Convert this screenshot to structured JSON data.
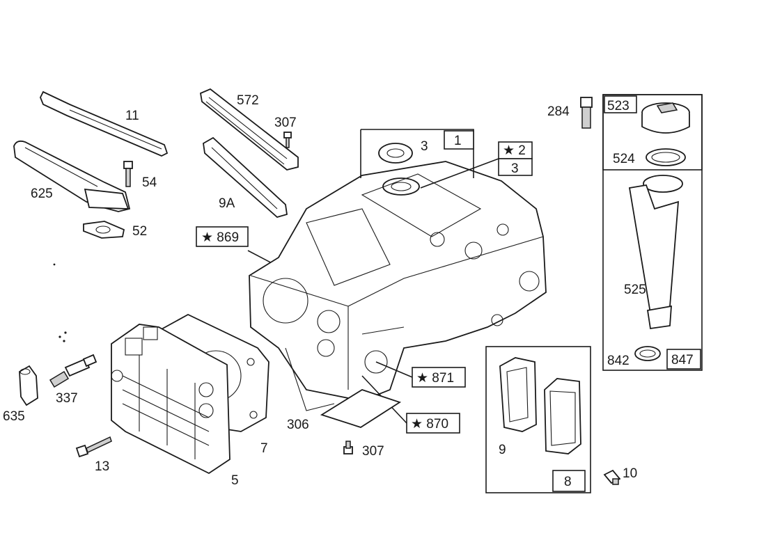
{
  "callouts": {
    "p11": "11",
    "p625": "625",
    "p54": "54",
    "p52": "52",
    "p572": "572",
    "p307a": "307",
    "p9a": "9A",
    "p869": "★ 869",
    "p3a": "3",
    "p1": "1",
    "p2": "★ 2",
    "p3b": "3",
    "p284": "284",
    "p523": "523",
    "p524": "524",
    "p525": "525",
    "p842": "842",
    "p847": "847",
    "p871": "★ 871",
    "p870": "★ 870",
    "p306": "306",
    "p307b": "307",
    "p9": "9",
    "p8": "8",
    "p10": "10",
    "p7": "7",
    "p5": "5",
    "p13": "13",
    "p337": "337",
    "p635": "635"
  }
}
